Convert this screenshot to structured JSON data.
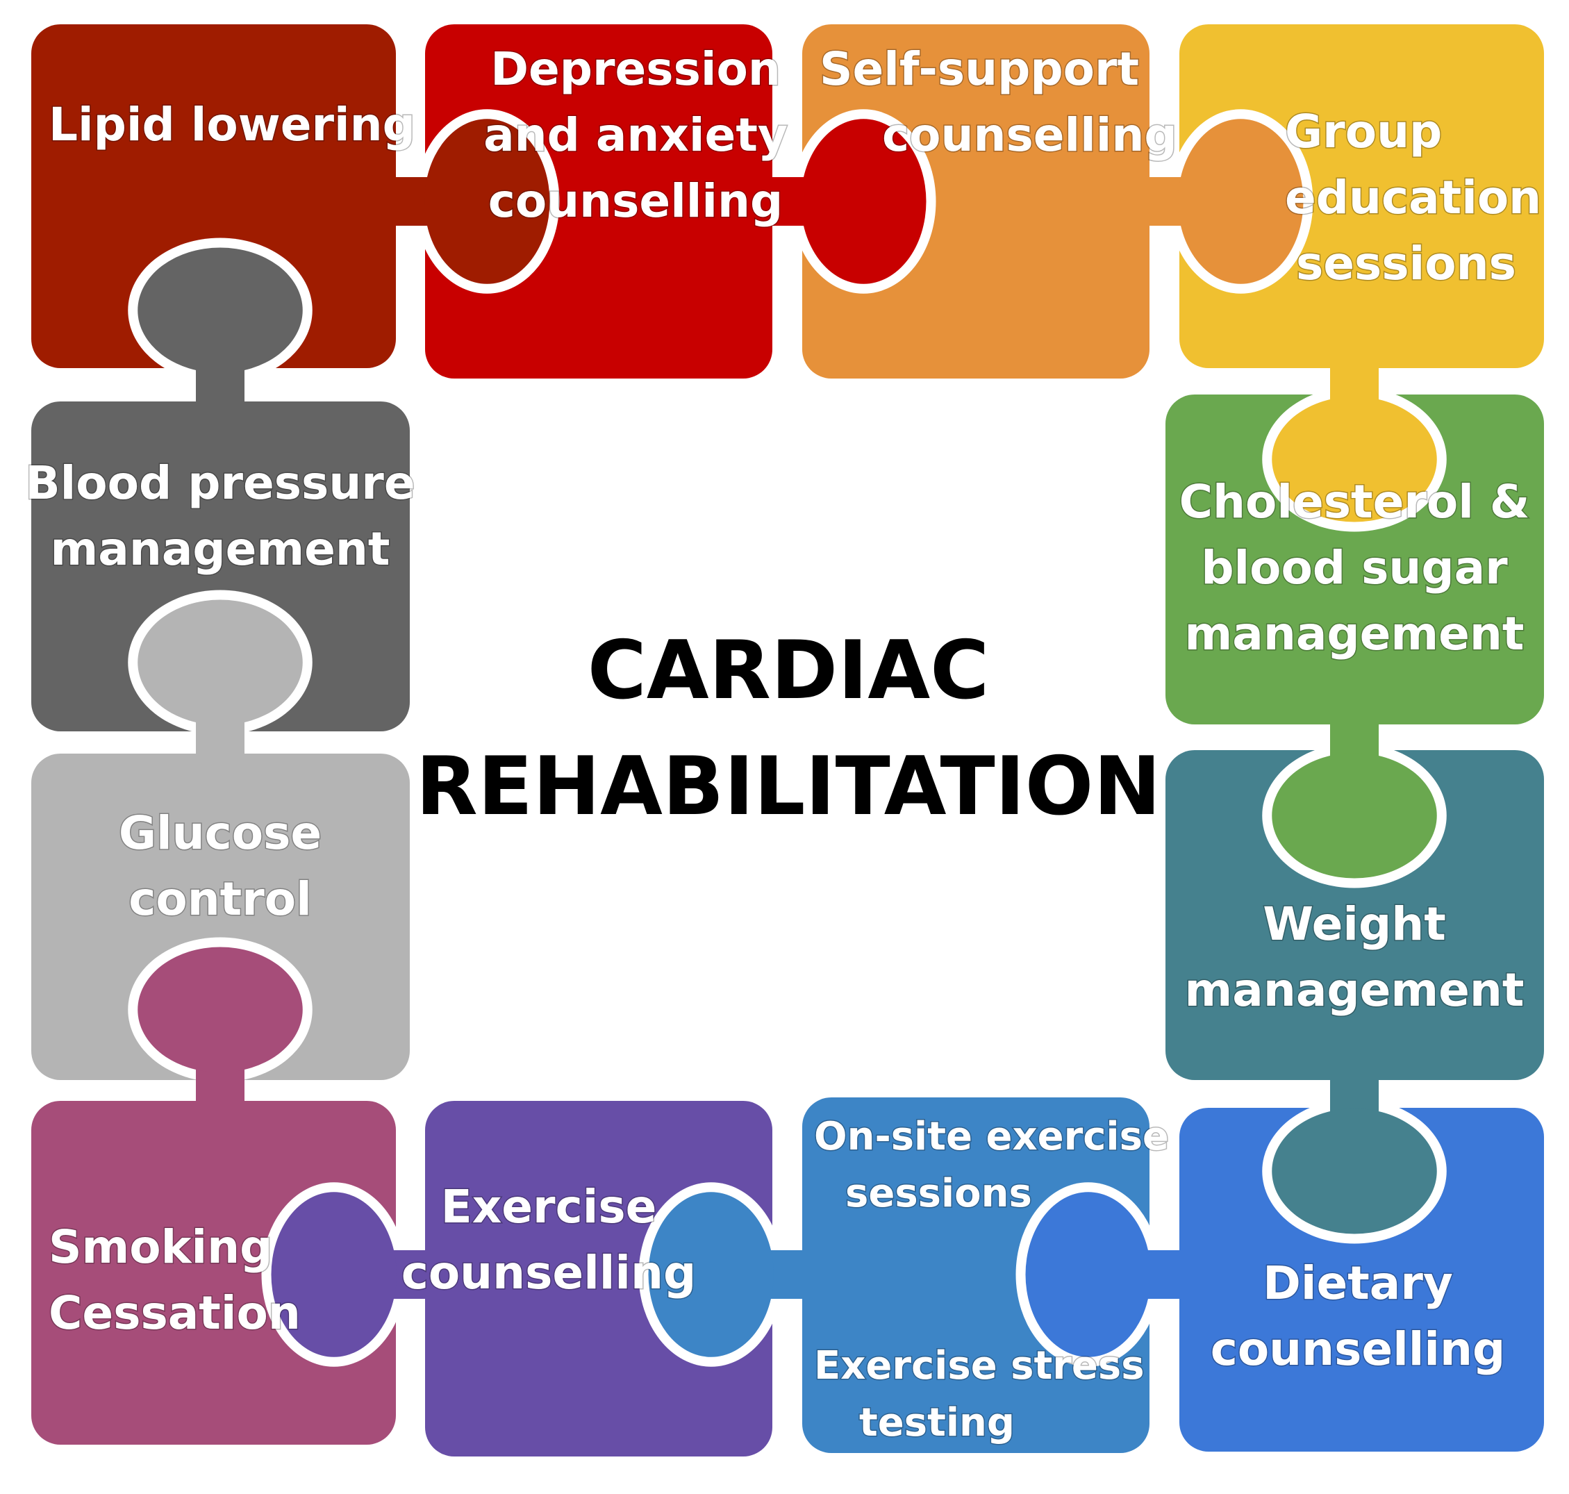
{
  "title": {
    "lines": [
      "CARDIAC",
      "REHABILITATION"
    ]
  },
  "pieces": [
    {
      "id": "lipid-lowering",
      "color": "#9F1C00",
      "lines": [
        "Lipid lowering"
      ]
    },
    {
      "id": "depression-anxiety",
      "color": "#C80000",
      "lines": [
        "Depression",
        "and anxiety",
        "counselling"
      ]
    },
    {
      "id": "self-support",
      "color": "#E6913A",
      "lines": [
        "Self-support",
        "counselling"
      ]
    },
    {
      "id": "group-education",
      "color": "#F0C030",
      "lines": [
        "Group",
        "education",
        "sessions"
      ]
    },
    {
      "id": "blood-pressure",
      "color": "#646464",
      "lines": [
        "Blood pressure",
        "management"
      ]
    },
    {
      "id": "cholesterol-blood-sugar",
      "color": "#6AA84F",
      "lines": [
        "Cholesterol &",
        "blood sugar",
        "management"
      ]
    },
    {
      "id": "glucose-control",
      "color": "#B4B4B4",
      "lines": [
        "Glucose",
        "control"
      ]
    },
    {
      "id": "weight-management",
      "color": "#45818E",
      "lines": [
        "Weight",
        "management"
      ]
    },
    {
      "id": "smoking-cessation",
      "color": "#A64D79",
      "lines": [
        "Smoking",
        "Cessation"
      ]
    },
    {
      "id": "exercise-counselling",
      "color": "#674EA7",
      "lines": [
        "Exercise",
        "counselling"
      ]
    },
    {
      "id": "onsite-exercise",
      "color": "#3D85C6",
      "lines": [
        "On-site exercise",
        "sessions"
      ],
      "lines2": [
        "Exercise stress",
        "testing"
      ]
    },
    {
      "id": "dietary-counselling",
      "color": "#3C78D8",
      "lines": [
        "Dietary",
        "counselling"
      ]
    }
  ]
}
